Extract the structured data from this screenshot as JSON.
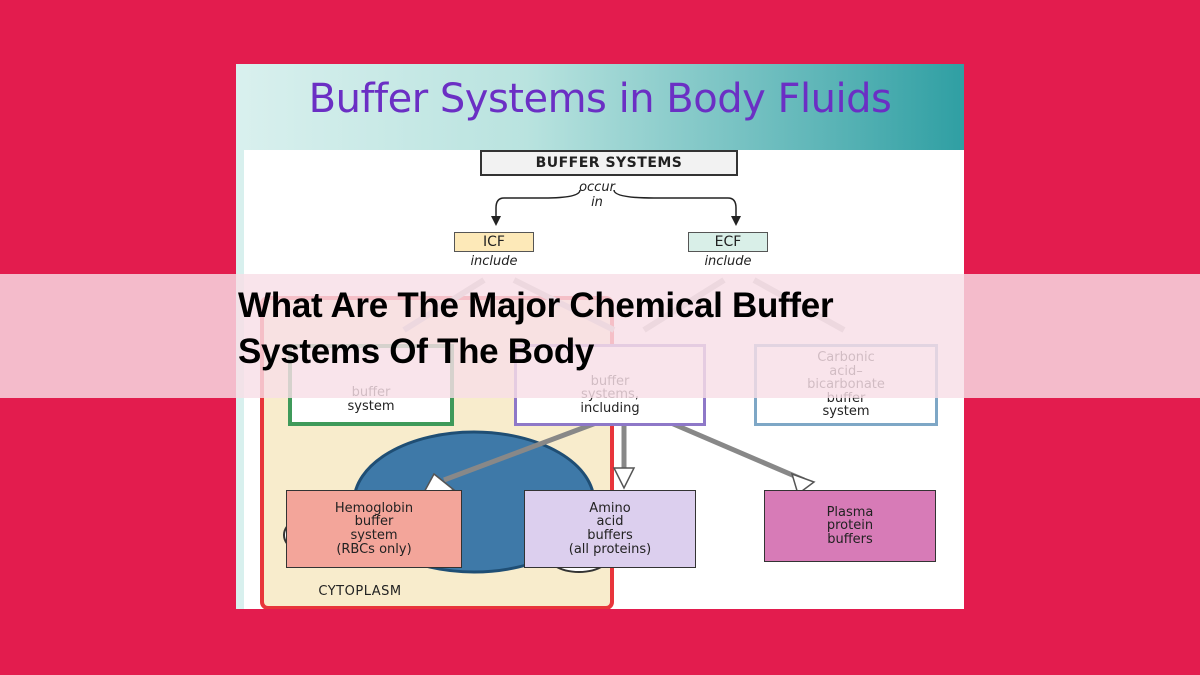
{
  "background_color": "#e31c4e",
  "panel": {
    "title": "Buffer Systems in Body Fluids",
    "title_color": "#6b2fc4"
  },
  "diagram": {
    "root": "BUFFER SYSTEMS",
    "connector": "occur\nin",
    "left_node": "ICF",
    "left_include": "include",
    "right_node": "ECF",
    "right_include": "include",
    "box_phosphate": "buffer\nsystem",
    "box_protein": "buffer\nsystems,\nincluding",
    "box_carbonic": "Carbonic\nacid–\nbicarbonate\nbuffer\nsystem",
    "box_hemoglobin": "Hemoglobin\nbuffer\nsystem\n(RBCs only)",
    "box_amino": "Amino\nacid\nbuffers\n(all proteins)",
    "box_plasma": "Plasma\nprotein\nbuffers",
    "cytoplasm_label": "CYTOPLASM"
  },
  "headline": {
    "line1": "What Are The Major Chemical Buffer",
    "line2": "Systems Of The Body"
  }
}
